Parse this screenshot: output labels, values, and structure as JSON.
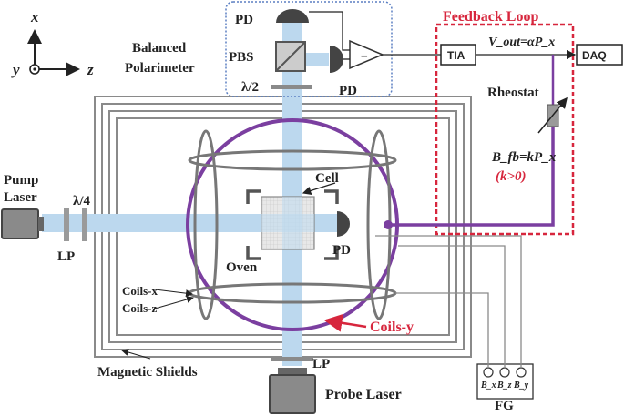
{
  "axes": {
    "x": "x",
    "y": "y",
    "z": "z"
  },
  "labels": {
    "balanced_polarimeter_line1": "Balanced",
    "balanced_polarimeter_line2": "Polarimeter",
    "pd_top": "PD",
    "pbs": "PBS",
    "pd_right": "PD",
    "half_wave": "λ/2",
    "minus": "−",
    "feedback_loop": "Feedback Loop",
    "tia": "TIA",
    "vout_formula": "V_out=αP_x",
    "daq": "DAQ",
    "rheostat": "Rheostat",
    "bfb_formula": "B_fb=kP_x",
    "k_condition": "(k>0)",
    "pump_laser_line1": "Pump",
    "pump_laser_line2": "Laser",
    "quarter_wave": "λ/4",
    "lp_left": "LP",
    "cell": "Cell",
    "pd_cell": "PD",
    "oven": "Oven",
    "coils_x": "Coils-x",
    "coils_z": "Coils-z",
    "coils_y": "Coils-y",
    "magnetic_shields": "Magnetic Shields",
    "lp_bottom": "LP",
    "probe_laser": "Probe Laser",
    "fg": "FG",
    "bx": "B_x",
    "bz": "B_z",
    "by": "B_y"
  },
  "colors": {
    "beam": "#bcd8ee",
    "feedback_red": "#d7263d",
    "coil_y_purple": "#7b3fa0",
    "polarimeter_border": "#5b7fc2",
    "shield_gray": "#8a8a8a",
    "dark": "#333333"
  }
}
